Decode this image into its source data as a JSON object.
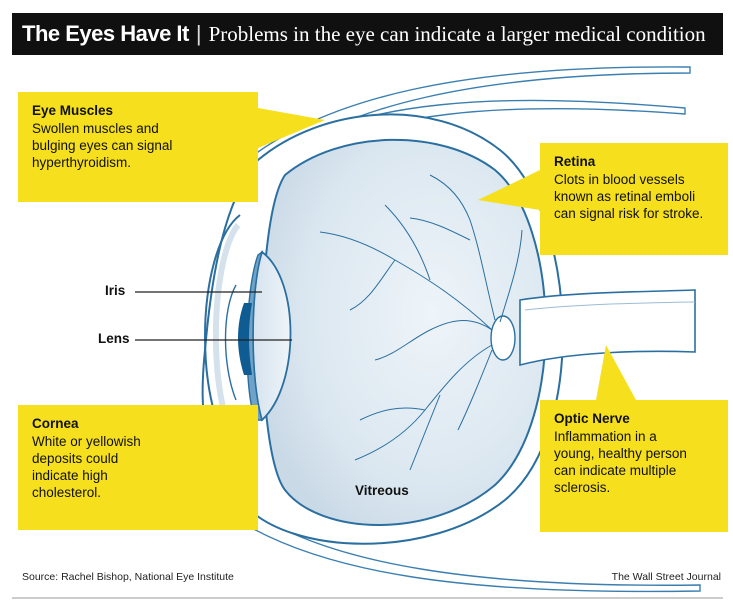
{
  "header": {
    "title": "The Eyes Have It",
    "separator": "|",
    "subtitle": "Problems in the eye can indicate a larger medical condition"
  },
  "callouts": {
    "eye_muscles": {
      "title": "Eye Muscles",
      "text": "Swollen muscles and\nbulging eyes can signal\nhyperthyroidism."
    },
    "retina": {
      "title": "Retina",
      "text": "Clots in blood vessels\nknown as retinal emboli\ncan signal risk for stroke."
    },
    "cornea": {
      "title": "Cornea",
      "text": "White or yellowish\ndeposits could\nindicate high\ncholesterol."
    },
    "optic_nerve": {
      "title": "Optic Nerve",
      "text": "Inflammation in a\nyoung, healthy person\ncan indicate multiple\nsclerosis."
    }
  },
  "labels": {
    "iris": "Iris",
    "lens": "Lens",
    "vitreous": "Vitreous"
  },
  "footer": {
    "source": "Source: Rachel Bishop, National Eye Institute",
    "credit": "The Wall Street Journal"
  },
  "colors": {
    "callout": "#f6df1c",
    "eye_outline": "#2a6fa0",
    "eyeball_fill": "#dce8f1",
    "iris_fill": "#0f5c93",
    "header": "#101010"
  }
}
